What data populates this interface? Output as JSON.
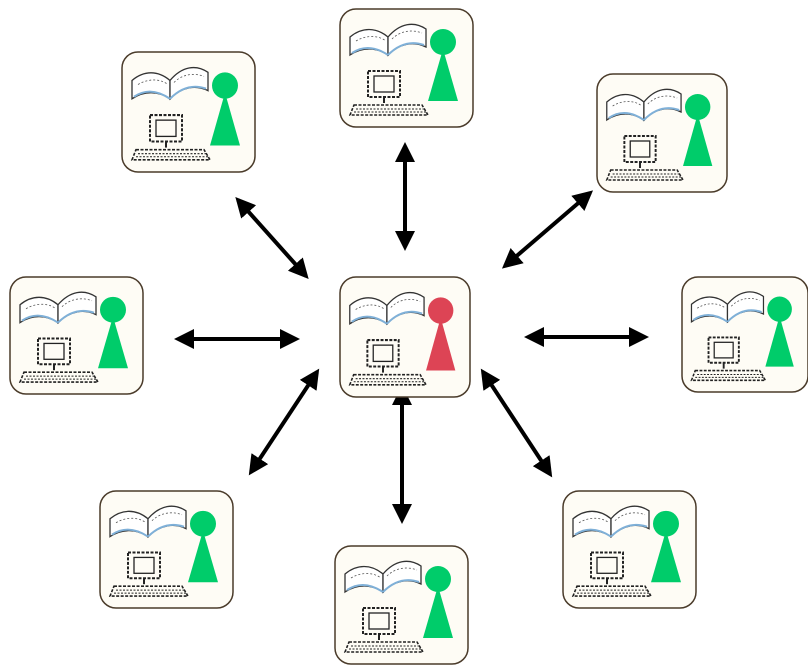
{
  "diagram": {
    "node_fill": "#fefcf5",
    "node_stroke": "#4a3b2a",
    "peer_color": "#00cc6a",
    "center_color": "#dd4455",
    "arrow_color": "#000000",
    "nodes": [
      {
        "id": "center",
        "role": "hub",
        "icon_set": [
          "book-icon",
          "computer-icon",
          "person-icon"
        ]
      },
      {
        "id": "top",
        "role": "peer",
        "icon_set": [
          "book-icon",
          "computer-icon",
          "person-icon"
        ]
      },
      {
        "id": "top-left",
        "role": "peer",
        "icon_set": [
          "book-icon",
          "computer-icon",
          "person-icon"
        ]
      },
      {
        "id": "top-right",
        "role": "peer",
        "icon_set": [
          "book-icon",
          "computer-icon",
          "person-icon"
        ]
      },
      {
        "id": "left",
        "role": "peer",
        "icon_set": [
          "book-icon",
          "computer-icon",
          "person-icon"
        ]
      },
      {
        "id": "right",
        "role": "peer",
        "icon_set": [
          "book-icon",
          "computer-icon",
          "person-icon"
        ]
      },
      {
        "id": "bottom-left",
        "role": "peer",
        "icon_set": [
          "book-icon",
          "computer-icon",
          "person-icon"
        ]
      },
      {
        "id": "bottom",
        "role": "peer",
        "icon_set": [
          "book-icon",
          "computer-icon",
          "person-icon"
        ]
      },
      {
        "id": "bottom-right",
        "role": "peer",
        "icon_set": [
          "book-icon",
          "computer-icon",
          "person-icon"
        ]
      }
    ],
    "edges": [
      {
        "from": "center",
        "to": "top",
        "direction": "both"
      },
      {
        "from": "center",
        "to": "top-left",
        "direction": "both"
      },
      {
        "from": "center",
        "to": "top-right",
        "direction": "both"
      },
      {
        "from": "center",
        "to": "left",
        "direction": "both"
      },
      {
        "from": "center",
        "to": "right",
        "direction": "both"
      },
      {
        "from": "center",
        "to": "bottom-left",
        "direction": "both"
      },
      {
        "from": "center",
        "to": "bottom",
        "direction": "both"
      },
      {
        "from": "center",
        "to": "bottom-right",
        "direction": "both"
      }
    ]
  }
}
